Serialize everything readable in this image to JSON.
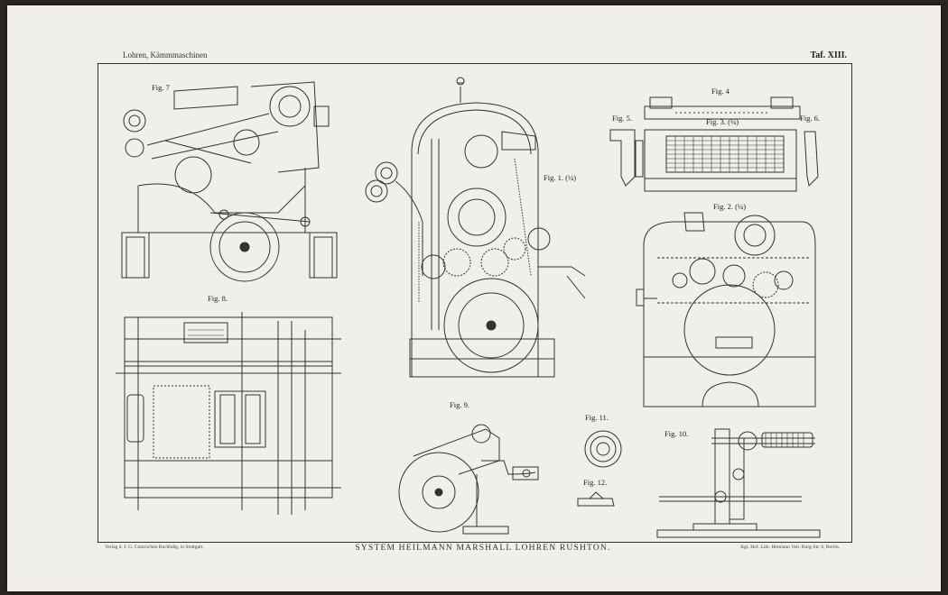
{
  "header": {
    "left": "Lohren, Kämmmaschinen",
    "right": "Taf. XIII."
  },
  "figures": {
    "fig7": "Fig. 7",
    "fig1": "Fig. 1. (¼)",
    "fig4": "Fig. 4",
    "fig5": "Fig. 5.",
    "fig3": "Fig. 3. (¼)",
    "fig6": "Fig. 6.",
    "fig2": "Fig. 2. (¼)",
    "fig8": "Fig. 8.",
    "fig9": "Fig. 9.",
    "fig11": "Fig. 11.",
    "fig12": "Fig. 12.",
    "fig10": "Fig. 10."
  },
  "footer": {
    "left": "Verlag d. J. G. Cotta'schen Buchhdlg. in Stuttgart.",
    "center": "SYSTEM HEILMANN  MARSHALL  LOHREN  RUSHTON.",
    "right": "Kgl. Hof. Lith. Hermann Veit, Burg-Str. 6, Berlin."
  }
}
